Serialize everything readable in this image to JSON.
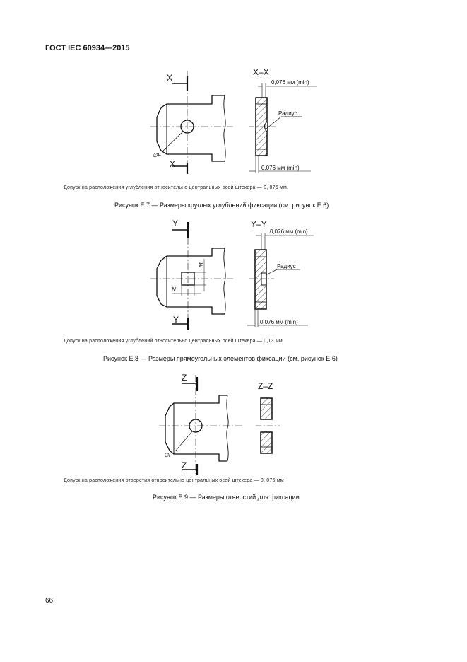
{
  "header": {
    "title": "ГОСТ IEC 60934—2015"
  },
  "page_number": "66",
  "figures": [
    {
      "section_label": "X–X",
      "cut_label_top": "X",
      "cut_label_bottom": "X",
      "dim_top": "0,076 мм (min)",
      "dim_bottom": "0,076 мм (min)",
      "radius_label": "Радиус",
      "diameter_label": "∅F",
      "note": "Допуск на расположения углубления относительно центральных осей штекера — 0, 076 мм.",
      "caption": "Рисунок Е.7 — Размеры круглых углублений фиксации (см. рисунок Е.6)"
    },
    {
      "section_label": "Y–Y",
      "cut_label_top": "Y",
      "cut_label_bottom": "Y",
      "dim_top": "0,076 мм (min)",
      "dim_bottom": "0,076 мм (min)",
      "radius_label": "Радиус",
      "m_label": "M",
      "n_label": "N",
      "note": "Допуск на расположения углублений относительно центральных осей штекера — 0,13 мм",
      "caption": "Рисунок Е.8 — Размеры прямоугольных элементов фиксации (см. рисунок Е.6)"
    },
    {
      "section_label": "Z–Z",
      "cut_label_top": "Z",
      "cut_label_bottom": "Z",
      "diameter_label": "∅F",
      "note": "Допуск на расположения отверстия относительно центральных осей штекера — 0, 076 мм",
      "caption": "Рисунок Е.9 — Размеры отверстий для фиксации"
    }
  ]
}
